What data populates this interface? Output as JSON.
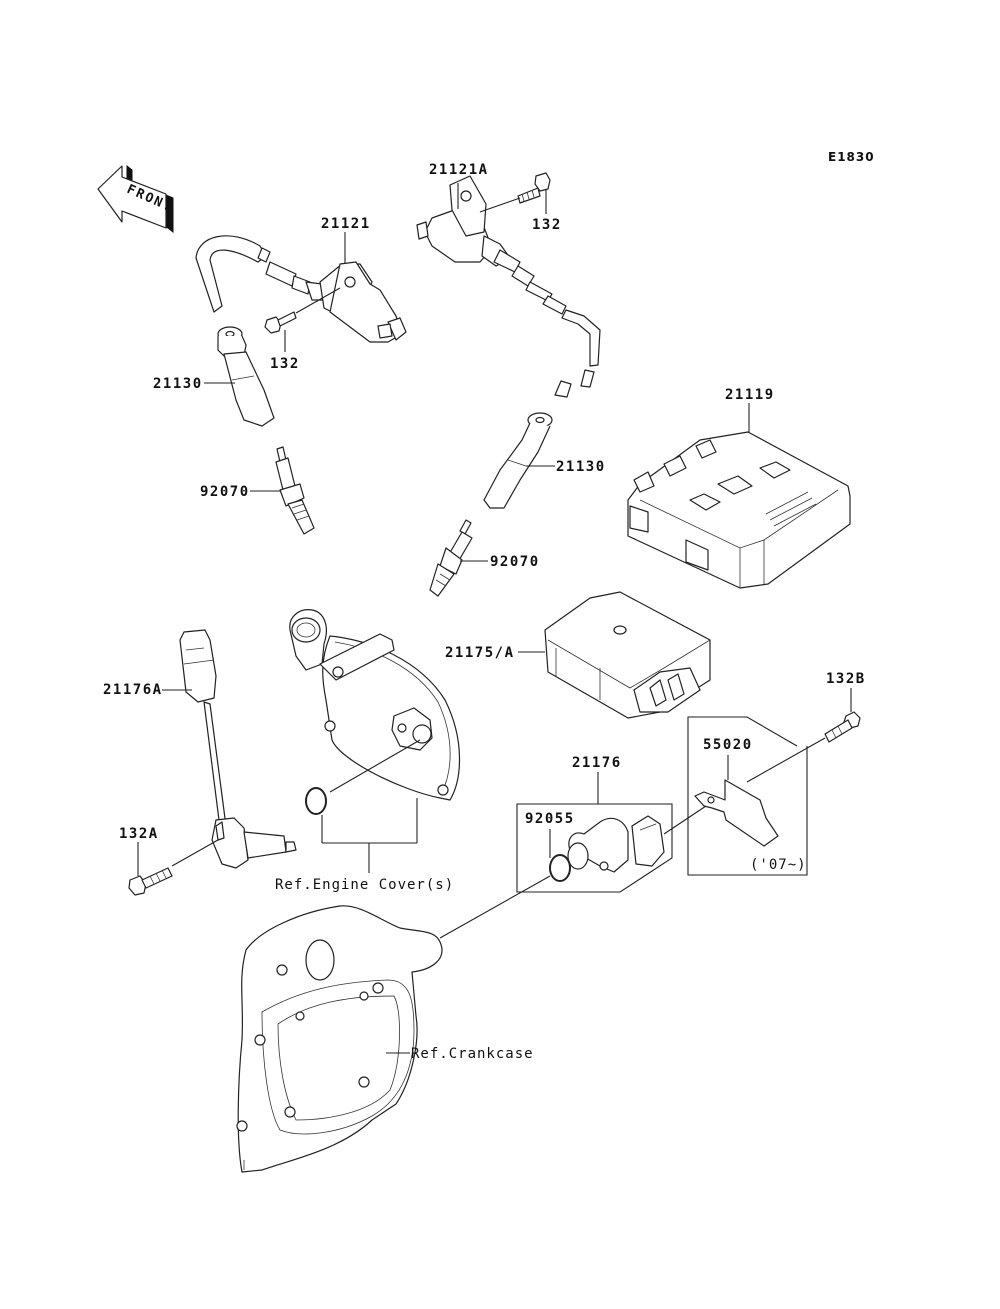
{
  "diagram": {
    "title_code": "E1830",
    "front_arrow_text": "FRONT",
    "parts": [
      {
        "id": "21121A",
        "label": "21121A",
        "desc": "ignition coil (rear)"
      },
      {
        "id": "132-a",
        "label": "132",
        "desc": "bolt for coil 21121A"
      },
      {
        "id": "21121",
        "label": "21121",
        "desc": "ignition coil (front)"
      },
      {
        "id": "132-b",
        "label": "132",
        "desc": "bolt for coil 21121"
      },
      {
        "id": "21130-a",
        "label": "21130",
        "desc": "plug cap (left)"
      },
      {
        "id": "21130-b",
        "label": "21130",
        "desc": "plug cap (right)"
      },
      {
        "id": "92070-a",
        "label": "92070",
        "desc": "spark plug (left)"
      },
      {
        "id": "92070-b",
        "label": "92070",
        "desc": "spark plug (right)"
      },
      {
        "id": "21119",
        "label": "21119",
        "desc": "ECU"
      },
      {
        "id": "21175A",
        "label": "21175/A",
        "desc": "igniter box"
      },
      {
        "id": "21176A",
        "label": "21176A",
        "desc": "sensor with lead"
      },
      {
        "id": "132A",
        "label": "132A",
        "desc": "bolt"
      },
      {
        "id": "132B",
        "label": "132B",
        "desc": "bolt"
      },
      {
        "id": "55020",
        "label": "55020",
        "desc": "bracket"
      },
      {
        "id": "21176",
        "label": "21176",
        "desc": "crank sensor"
      },
      {
        "id": "92055",
        "label": "92055",
        "desc": "o-ring"
      }
    ],
    "year_note": "('07~)",
    "references": {
      "engine_cover": "Ref.Engine Cover(s)",
      "crankcase": "Ref.Crankcase"
    }
  }
}
